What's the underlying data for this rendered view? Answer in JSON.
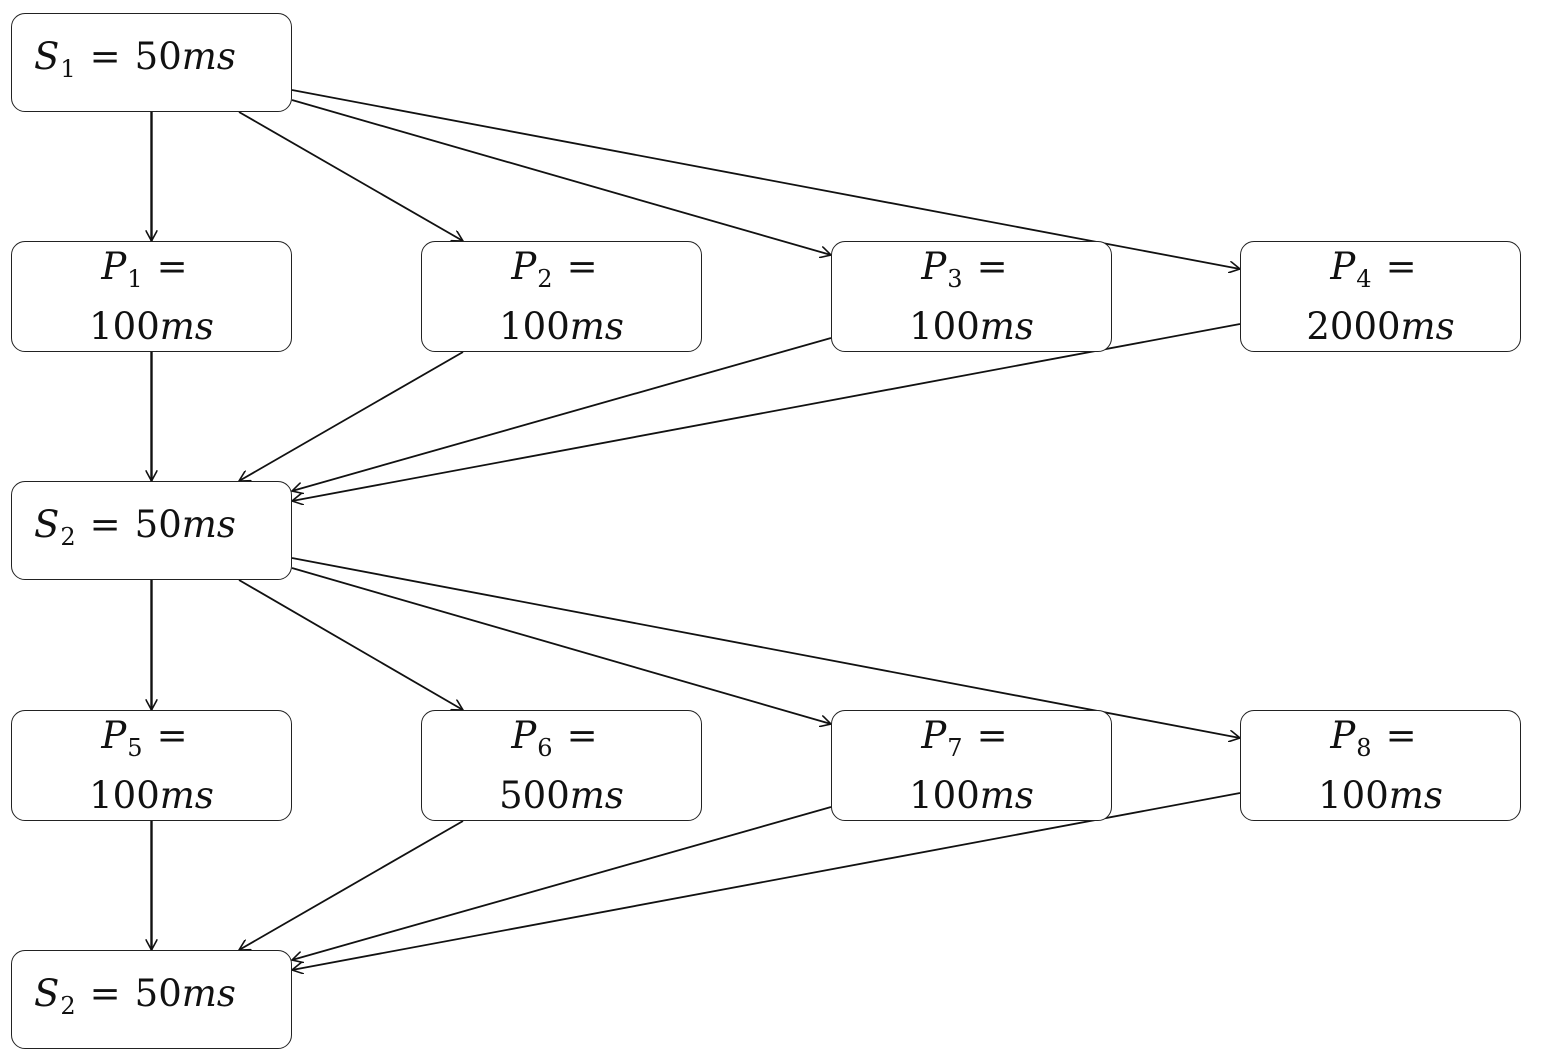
{
  "nodes": {
    "s1": {
      "var": "S",
      "sub": "1",
      "eq": "=",
      "num": "50",
      "unit": "ms"
    },
    "p1": {
      "var": "P",
      "sub": "1",
      "eq": "=",
      "num": "100",
      "unit": "ms"
    },
    "p2": {
      "var": "P",
      "sub": "2",
      "eq": "=",
      "num": "100",
      "unit": "ms"
    },
    "p3": {
      "var": "P",
      "sub": "3",
      "eq": "=",
      "num": "100",
      "unit": "ms"
    },
    "p4": {
      "var": "P",
      "sub": "4",
      "eq": "=",
      "num": "2000",
      "unit": "ms"
    },
    "s2a": {
      "var": "S",
      "sub": "2",
      "eq": "=",
      "num": "50",
      "unit": "ms"
    },
    "p5": {
      "var": "P",
      "sub": "5",
      "eq": "=",
      "num": "100",
      "unit": "ms"
    },
    "p6": {
      "var": "P",
      "sub": "6",
      "eq": "=",
      "num": "500",
      "unit": "ms"
    },
    "p7": {
      "var": "P",
      "sub": "7",
      "eq": "=",
      "num": "100",
      "unit": "ms"
    },
    "p8": {
      "var": "P",
      "sub": "8",
      "eq": "=",
      "num": "100",
      "unit": "ms"
    },
    "s2b": {
      "var": "S",
      "sub": "2",
      "eq": "=",
      "num": "50",
      "unit": "ms"
    }
  },
  "edges": [
    {
      "from": "s1",
      "to": "p1"
    },
    {
      "from": "s1",
      "to": "p2"
    },
    {
      "from": "s1",
      "to": "p3"
    },
    {
      "from": "s1",
      "to": "p4"
    },
    {
      "from": "p1",
      "to": "s2a"
    },
    {
      "from": "p2",
      "to": "s2a"
    },
    {
      "from": "p3",
      "to": "s2a"
    },
    {
      "from": "p4",
      "to": "s2a"
    },
    {
      "from": "s2a",
      "to": "p5"
    },
    {
      "from": "s2a",
      "to": "p6"
    },
    {
      "from": "s2a",
      "to": "p7"
    },
    {
      "from": "s2a",
      "to": "p8"
    },
    {
      "from": "p5",
      "to": "s2b"
    },
    {
      "from": "p6",
      "to": "s2b"
    },
    {
      "from": "p7",
      "to": "s2b"
    },
    {
      "from": "p8",
      "to": "s2b"
    }
  ],
  "style": {
    "stroke": "#111111",
    "box_border": "#222222",
    "background": "#ffffff"
  }
}
